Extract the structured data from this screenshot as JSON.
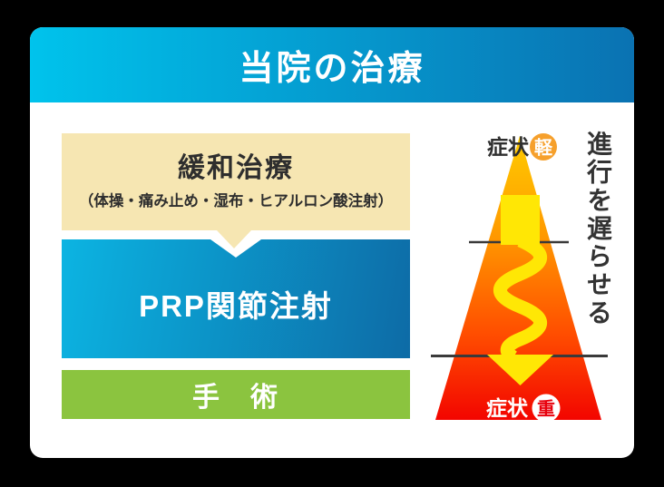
{
  "header": {
    "title": "当院の治療"
  },
  "treatments": {
    "palliative": {
      "title": "緩和治療",
      "subtitle": "（体操・痛み止め・湿布・ヒアルロン酸注射）"
    },
    "prp": {
      "title": "PRP関節注射"
    },
    "surgery": {
      "title": "手　術"
    }
  },
  "pyramid": {
    "top_label": "症状",
    "top_badge": "軽",
    "bottom_label": "症状",
    "bottom_badge": "重",
    "side_note": "進行を遅らせる"
  },
  "colors": {
    "background": "#000000",
    "card": "#ffffff",
    "header_gradient_start": "#00c3ec",
    "header_gradient_end": "#0a72b2",
    "palliative_box": "#f6e6b2",
    "prp_gradient_start": "#0cb4e2",
    "prp_gradient_end": "#0d6ba6",
    "surgery_box": "#8bc43f",
    "pyramid_top": "#ffcc00",
    "pyramid_mid": "#ff9900",
    "pyramid_bottom": "#f30500",
    "arrow_yellow": "#ffe705",
    "mild_badge": "#f6a02c",
    "severe_badge_text": "#e8000d",
    "dark_text": "#2e2e2e"
  }
}
